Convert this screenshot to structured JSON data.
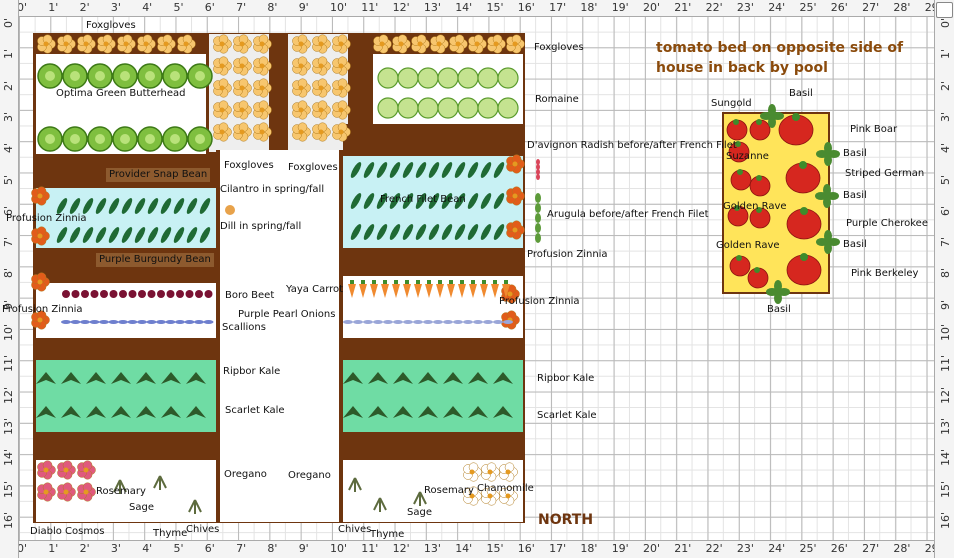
{
  "rulers": {
    "top": [
      "0'",
      "1'",
      "2'",
      "3'",
      "4'",
      "5'",
      "6'",
      "7'",
      "8'",
      "9'",
      "10'",
      "11'",
      "12'",
      "13'",
      "14'",
      "15'",
      "16'",
      "17'",
      "18'",
      "19'",
      "20'",
      "21'",
      "22'",
      "23'",
      "24'",
      "25'",
      "26'",
      "27'",
      "28'",
      "29'"
    ],
    "side": [
      "0'",
      "1'",
      "2'",
      "3'",
      "4'",
      "5'",
      "6'",
      "7'",
      "8'",
      "9'",
      "10'",
      "11'",
      "12'",
      "13'",
      "14'",
      "15'",
      "16'"
    ]
  },
  "note": {
    "line1": "tomato bed on opposite side of",
    "line2": "house in back by pool"
  },
  "north_label": "NORTH",
  "labels": {
    "foxgloves_top_left": "Foxgloves",
    "optima": "Optima Green Butterhead",
    "foxgloves_mid1": "Foxgloves",
    "foxgloves_mid2": "Foxgloves",
    "foxgloves_right": "Foxgloves",
    "romaine": "Romaine",
    "radish": "D'avignon Radish before/after French Filet",
    "provider": "Provider Snap Bean",
    "cilantro": "Cilantro in spring/fall",
    "dill": "Dill in spring/fall",
    "profusion1": "Profusion Zinnia",
    "french_filet": "French Filet Bean",
    "arugula": "Arugula before/after French Filet",
    "profusion_right1": "Profusion Zinnia",
    "purple_burgundy": "Purple Burgundy Bean",
    "boro": "Boro Beet",
    "yaya": "Yaya Carrot",
    "profusion_left2": "Profusion Zinnia",
    "purple_pearl": "Purple Pearl Onions",
    "scallions": "Scallions",
    "profusion_right2": "Profusion Zinnia",
    "ripbor_left": "Ripbor Kale",
    "ripbor_right": "Ripbor Kale",
    "scarlet_left": "Scarlet Kale",
    "scarlet_right": "Scarlet Kale",
    "oregano1": "Oregano",
    "oregano2": "Oregano",
    "rosemary_left": "Rosemary",
    "sage_left": "Sage",
    "diablo": "Diablo Cosmos",
    "thyme_left": "Thyme",
    "chives_left": "Chives",
    "chives_right": "Chives",
    "thyme_right": "Thyme",
    "sage_right": "Sage",
    "rosemary_right": "Rosemary",
    "chamomile": "Chamomile"
  },
  "tomato_bed": {
    "sungold": "Sungold",
    "basil_top": "Basil",
    "pink_boar": "Pink Boar",
    "suzanne": "Suzanne",
    "basil_2": "Basil",
    "striped_german": "Striped German",
    "basil_3": "Basil",
    "golden_rave1": "Golden Rave",
    "purple_cherokee": "Purple Cherokee",
    "golden_rave2": "Golden Rave",
    "basil_4": "Basil",
    "pink_berkeley": "Pink Berkeley",
    "basil_bottom": "Basil"
  },
  "colors": {
    "soil": "#6e350f",
    "bed_bg_light": "#ffffff",
    "bean_tint": "#c8f1f4",
    "kale_tint": "#41d28d",
    "tomato_bed_fill": "#ffe45a",
    "note_text": "#8a4a0b"
  }
}
